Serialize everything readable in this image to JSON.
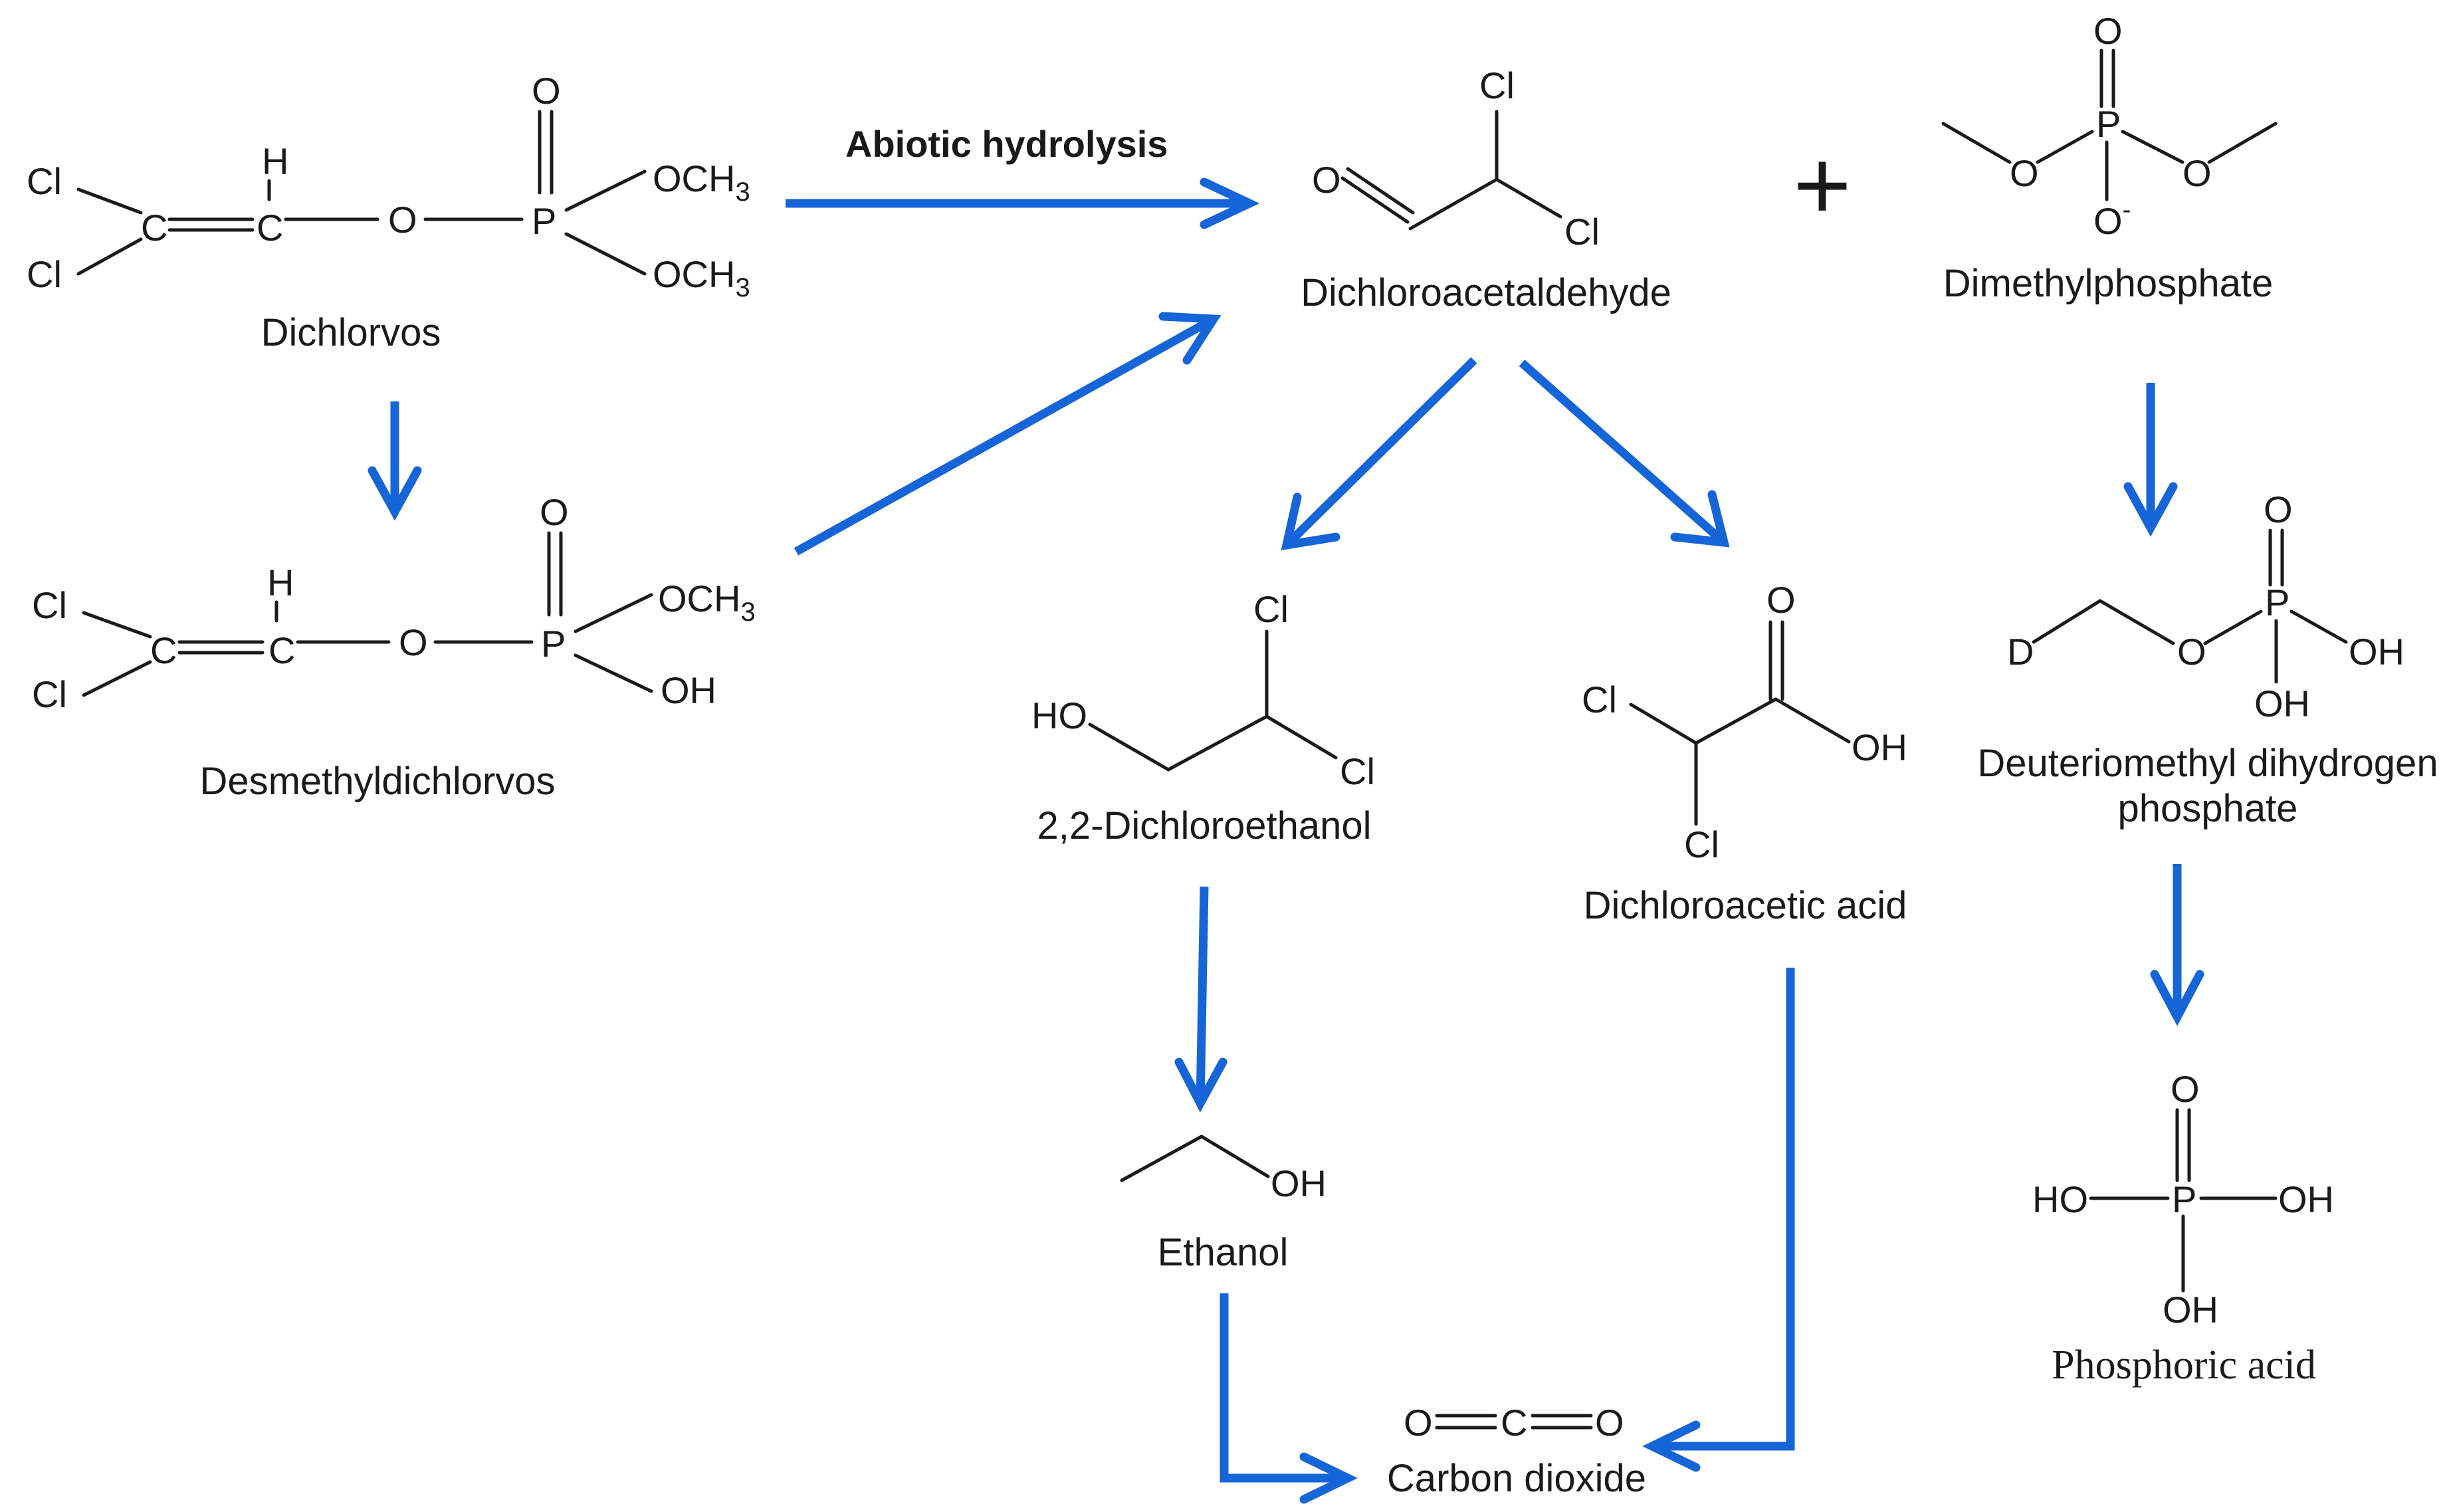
{
  "compounds": {
    "dichlorvos": "Dichlorvos",
    "desmethyldichlorvos": "Desmethyldichlorvos",
    "dichloroacetaldehyde": "Dichloroacetaldehyde",
    "dimethylphosphate": "Dimethylphosphate",
    "dichloroethanol": "2,2-Dichloroethanol",
    "dichloroacetic_acid": "Dichloroacetic acid",
    "deuteriomethyl_line1": "Deuteriomethyl dihydrogen",
    "deuteriomethyl_line2": "phosphate",
    "ethanol": "Ethanol",
    "carbon_dioxide": "Carbon dioxide",
    "phosphoric_acid": "Phosphoric acid"
  },
  "steps": {
    "abiotic_hydrolysis": "Abiotic hydrolysis"
  },
  "plus_sign": "+",
  "atoms": {
    "cl": "Cl",
    "h": "H",
    "c": "C",
    "o": "O",
    "p": "P",
    "d": "D",
    "och": "OCH",
    "sub3": "3",
    "oh": "OH",
    "ho": "HO",
    "minus": "-"
  },
  "colors": {
    "arrow": "#1565d8",
    "structure": "#1a1a1a"
  }
}
